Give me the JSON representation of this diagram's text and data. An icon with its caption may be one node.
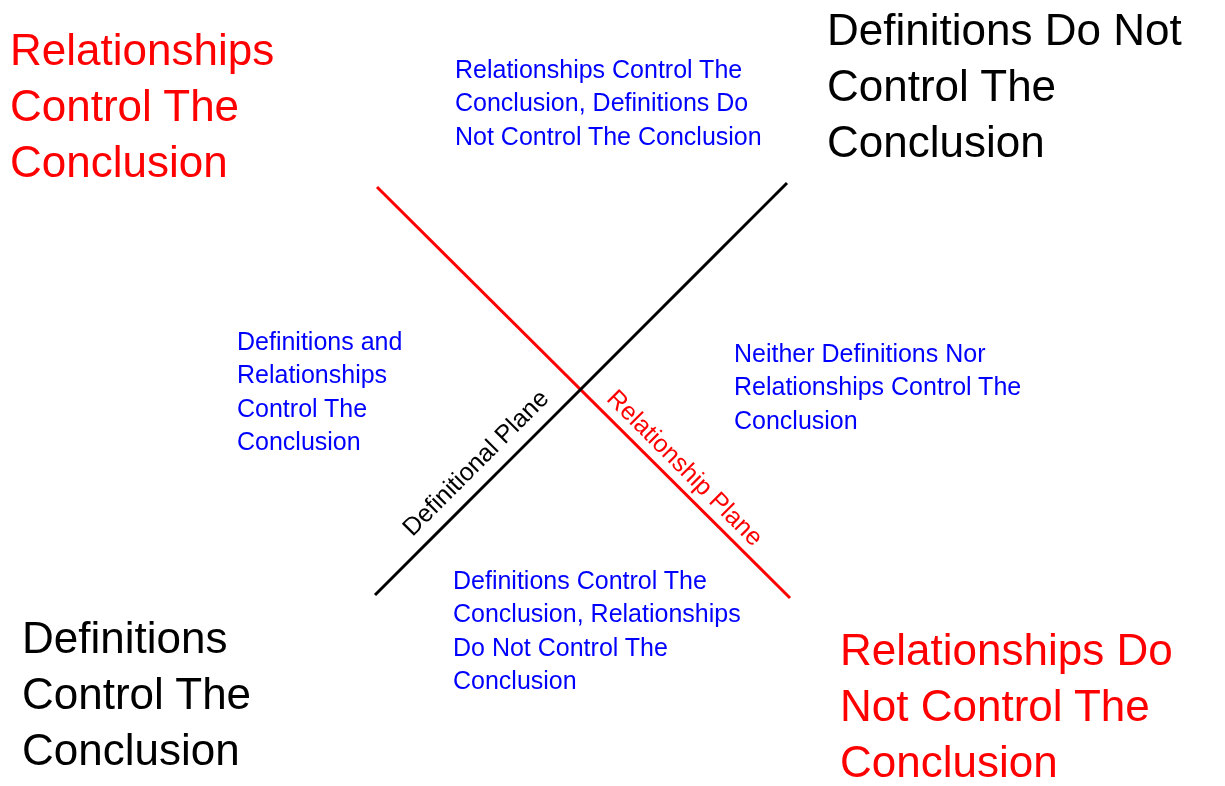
{
  "diagram": {
    "labels": [
      "Relationships Control The Conclusion",
      "Relationships Control The Conclusion, Definitions Do Not Control The Conclusion",
      "Definitions Do Not Control The Conclusion",
      "Definitions and Relationships Control The Conclusion",
      "Neither Definitions Nor Relationships Control The Conclusion",
      "Definitional Plane",
      "Relationship Plane",
      "Definitions Control The Conclusion, Relationships Do Not Control The Conclusion",
      "Definitions Control The Conclusion",
      "Relationships Do Not Control The Conclusion"
    ]
  }
}
